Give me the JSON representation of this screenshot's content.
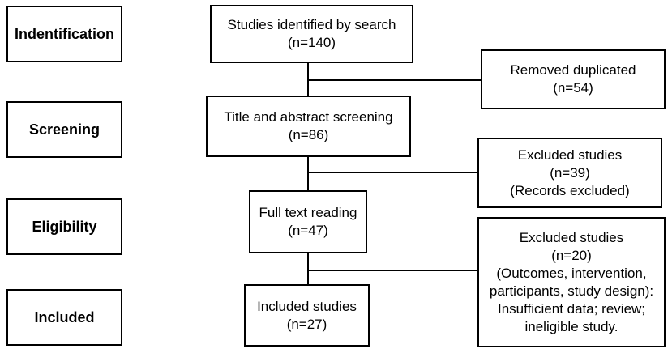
{
  "stages": {
    "identification": "Indentification",
    "screening": "Screening",
    "eligibility": "Eligibility",
    "included": "Included"
  },
  "flow": {
    "identified": {
      "line1": "Studies identified by search",
      "line2": "(n=140)"
    },
    "screening": {
      "line1": "Title and abstract screening",
      "line2": "(n=86)"
    },
    "fulltext": {
      "line1": "Full text reading",
      "line2": "(n=47)"
    },
    "included": {
      "line1": "Included studies",
      "line2": "(n=27)"
    }
  },
  "exclusions": {
    "duplicates": {
      "line1": "Removed duplicated",
      "line2": "(n=54)"
    },
    "records": {
      "line1": "Excluded studies",
      "line2": "(n=39)",
      "line3": "(Records excluded)"
    },
    "fulltext": {
      "line1": "Excluded studies",
      "line2": "(n=20)",
      "line3": "(Outcomes, intervention,",
      "line4": "participants, study design):",
      "line5": "Insufficient data; review;",
      "line6": "ineligible study."
    }
  }
}
